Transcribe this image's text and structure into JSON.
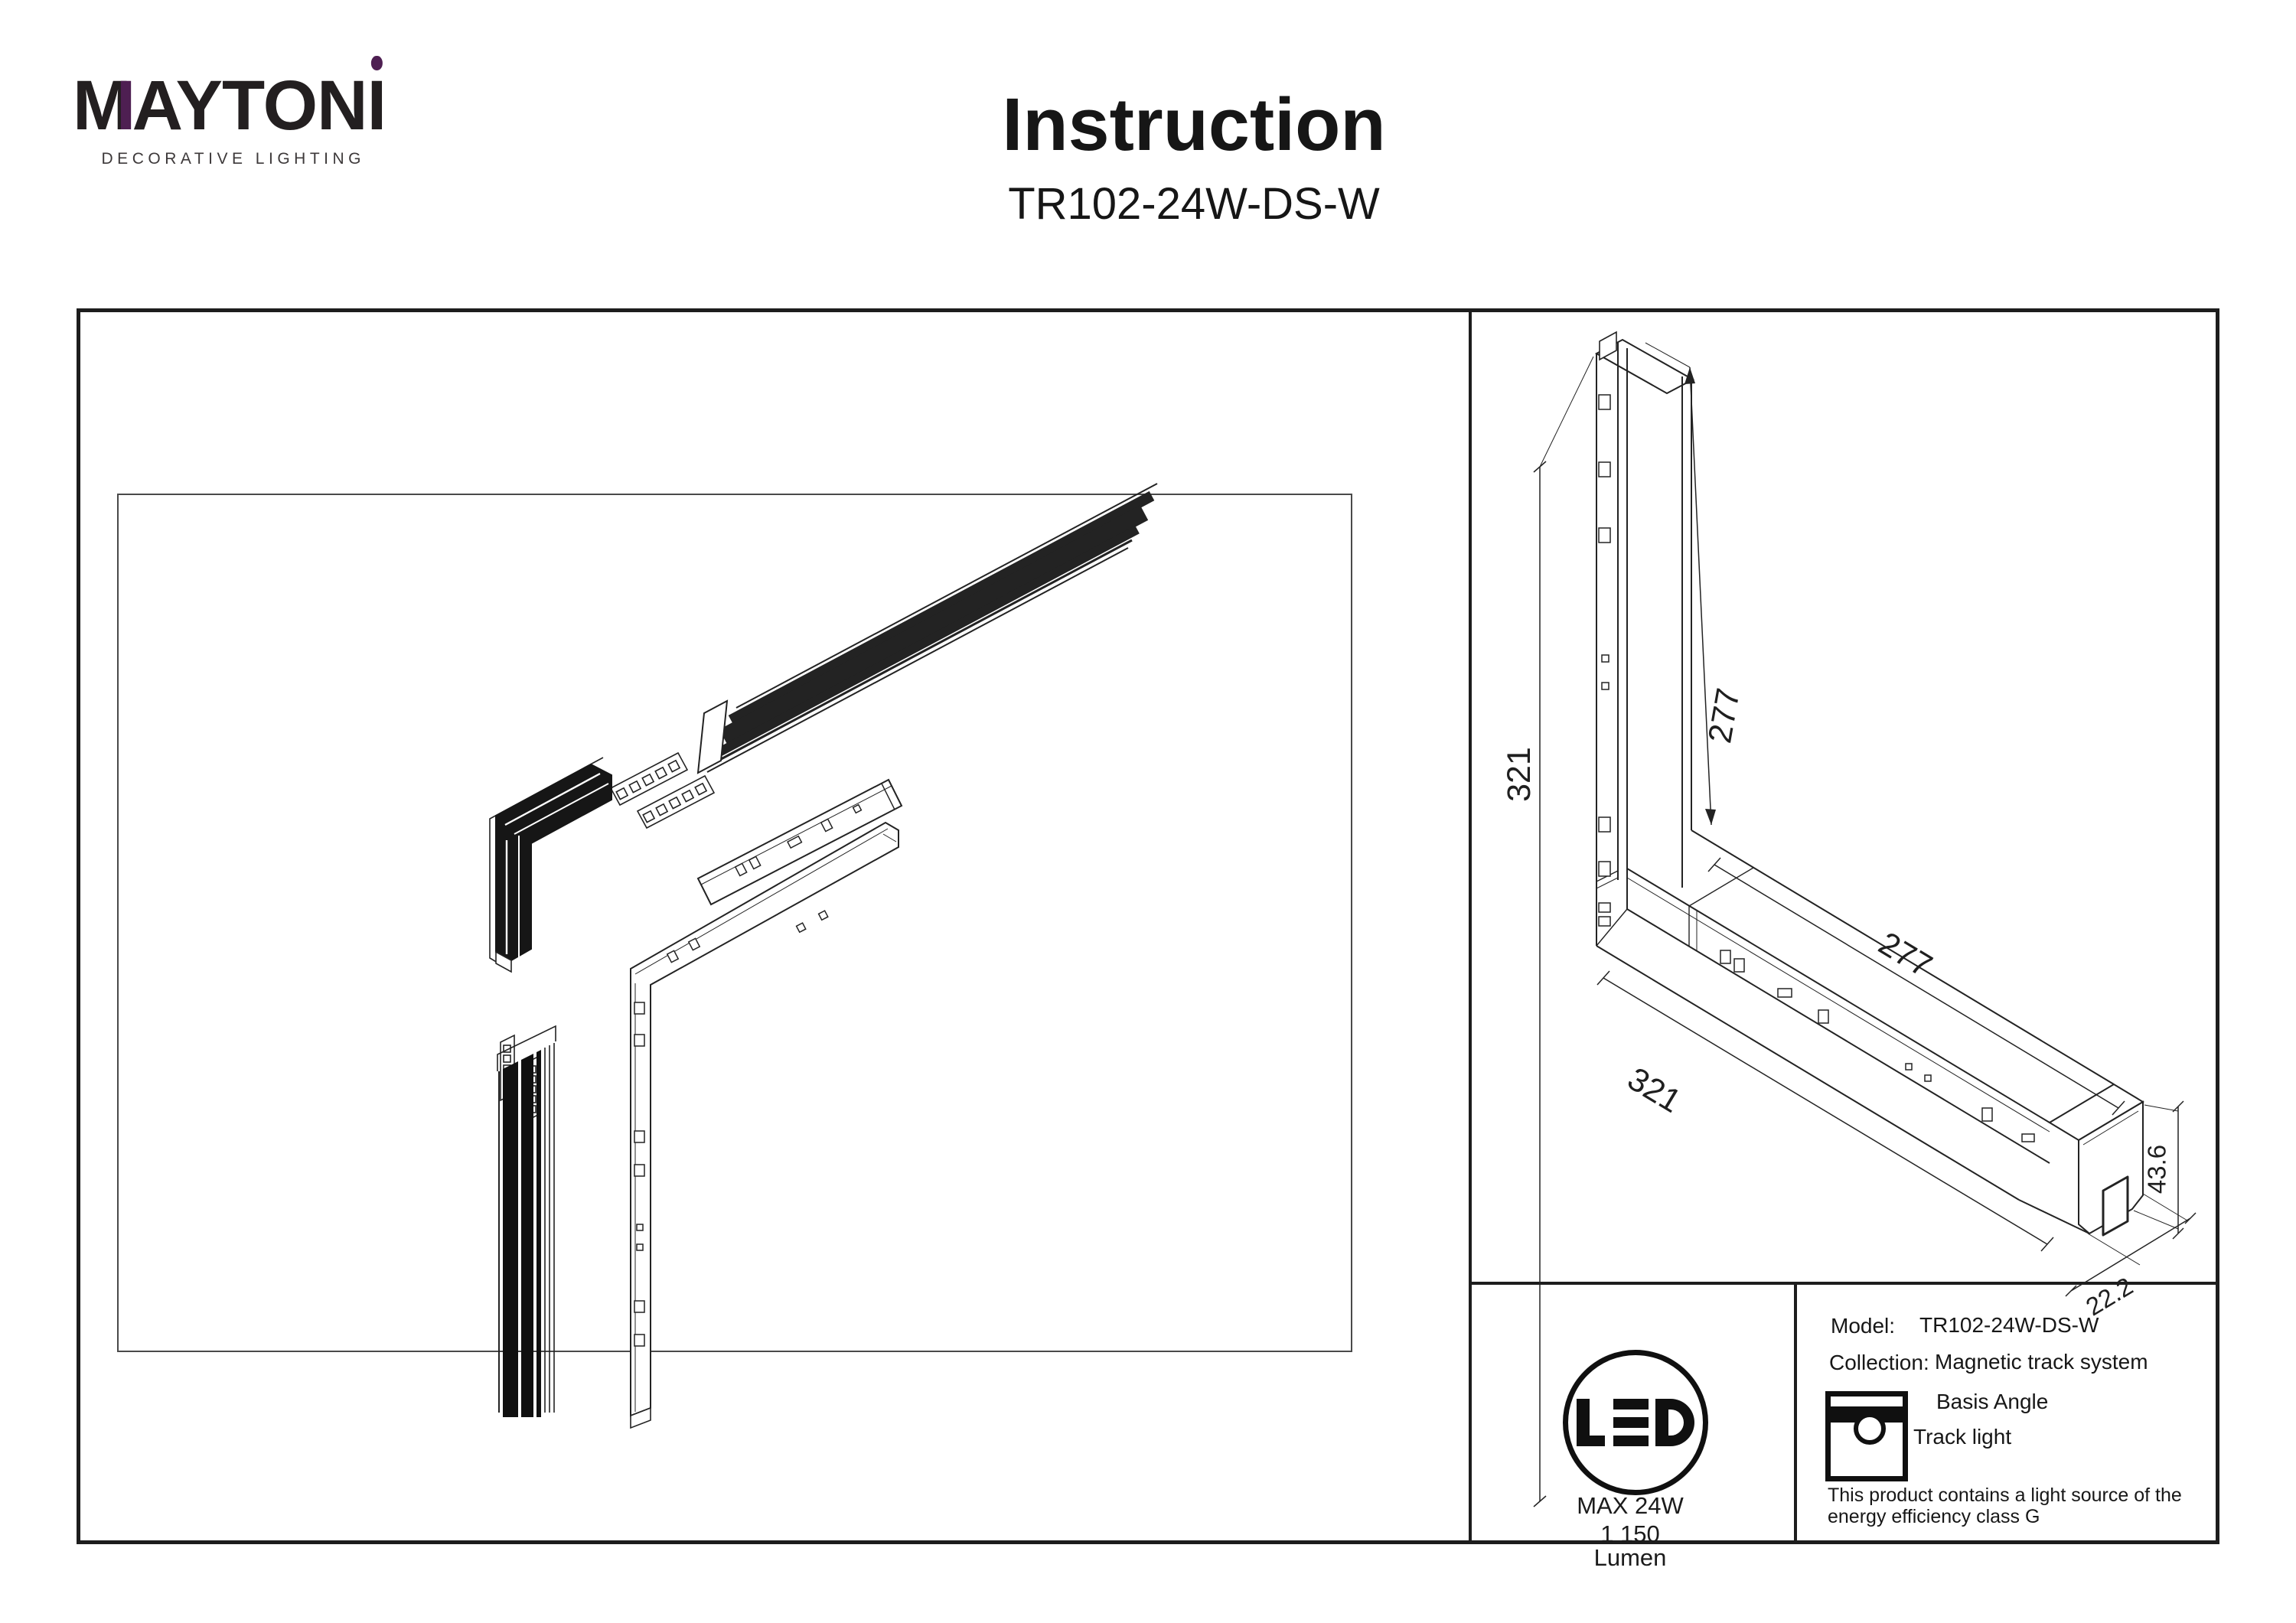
{
  "brand": {
    "wordmark_m": "M",
    "accent_glyph": "I",
    "wordmark_mid": "AYTON",
    "wordmark_i": "I",
    "tagline": "DECORATIVE LIGHTING",
    "accent_color": "#4e1f52",
    "ink_color": "#231f20"
  },
  "header": {
    "title": "Instruction",
    "model_code": "TR102-24W-DS-W"
  },
  "diagram": {
    "right_dimensions": {
      "track_vertical_length": "321",
      "fixture_vertical_length": "277",
      "fixture_horizontal_length": "277",
      "track_horizontal_length": "321",
      "fixture_height": "43.6",
      "fixture_width": "22.2"
    }
  },
  "badge": {
    "led_label": "LED",
    "max_power": "MAX 24W",
    "luminous_flux": "1 150 Lumen"
  },
  "spec": {
    "model_label": "Model:",
    "model_value": "TR102-24W-DS-W",
    "collection_label": "Collection:",
    "collection_value": "Magnetic track system",
    "product_type_line1": "Basis Angle",
    "product_type_line2": "Track light",
    "energy_note_line1": "This product contains a light source of the",
    "energy_note_line2": "energy efficiency class G"
  }
}
